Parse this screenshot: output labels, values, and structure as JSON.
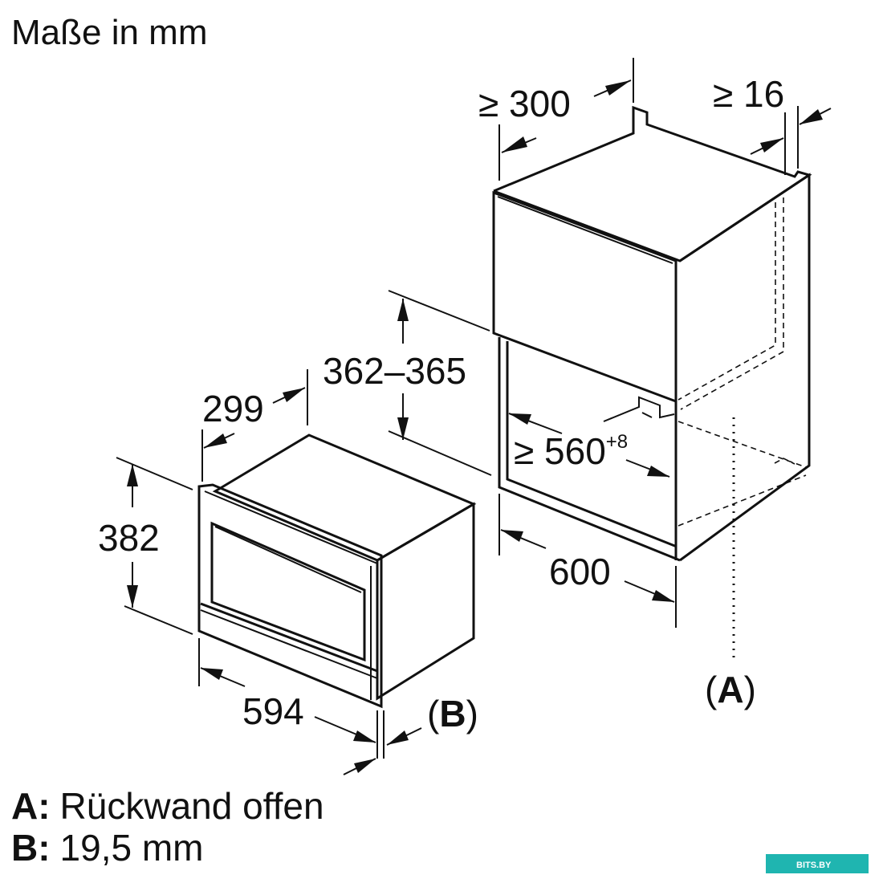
{
  "title": "Maße in mm",
  "dimensions": {
    "niche_depth": "≥ 300",
    "gap": "≥ 16",
    "niche_height": "362–365",
    "niche_width": "≥ 560",
    "niche_width_tolerance": "+8",
    "cabinet_width": "600",
    "appliance_depth": "299",
    "appliance_height": "382",
    "appliance_width": "594"
  },
  "markers": {
    "a": "(A)",
    "b": "(B)",
    "a_letter": "A",
    "b_letter": "B"
  },
  "legend": [
    {
      "key": "A:",
      "text": "Rückwand offen"
    },
    {
      "key": "B:",
      "text": "19,5 mm"
    }
  ],
  "watermark": "BITS.BY",
  "colors": {
    "line": "#111111",
    "background": "#ffffff",
    "watermark": "#1fb5b0"
  }
}
